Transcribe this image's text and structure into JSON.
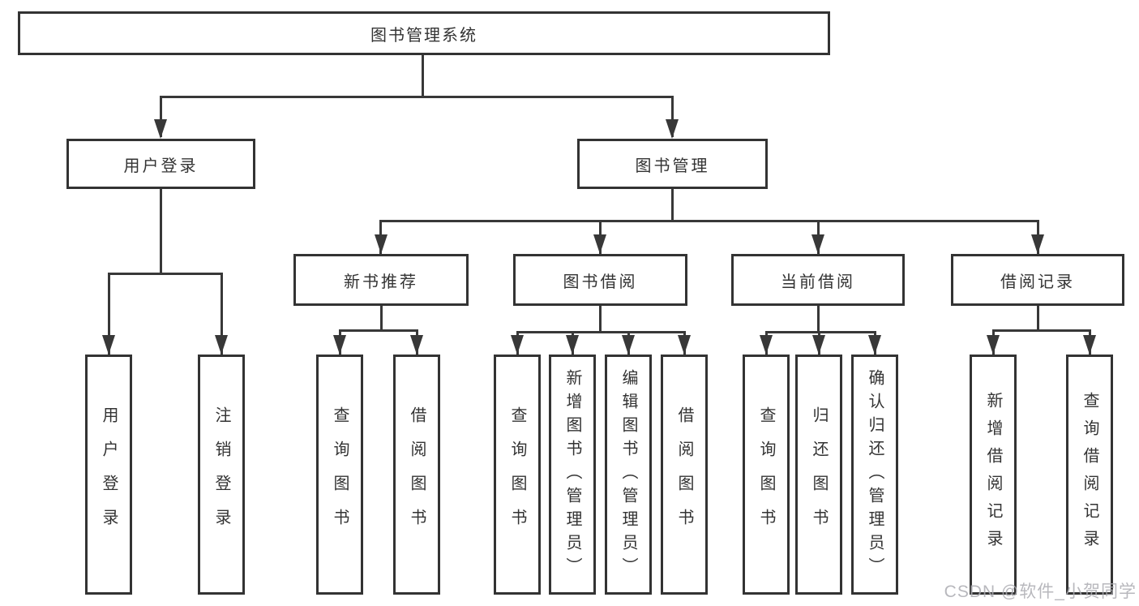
{
  "root": {
    "label": "图书管理系统"
  },
  "branches": [
    {
      "label": "用户登录",
      "children": [
        "用户登录",
        "注销登录"
      ]
    },
    {
      "label": "图书管理",
      "sections": [
        {
          "label": "新书推荐",
          "children": [
            "查询图书",
            "借阅图书"
          ]
        },
        {
          "label": "图书借阅",
          "children": [
            "查询图书",
            "新增图书（管理员）",
            "编辑图书（管理员）",
            "借阅图书"
          ]
        },
        {
          "label": "当前借阅",
          "children": [
            "查询图书",
            "归还图书",
            "确认归还（管理员）"
          ]
        },
        {
          "label": "借阅记录",
          "children": [
            "新增借阅记录",
            "查询借阅记录"
          ]
        }
      ]
    }
  ],
  "watermark": {
    "text": "CSDN @软件_小贺同学"
  },
  "colors": {
    "line": "#383838",
    "box_border": "#333333",
    "text": "#333333",
    "watermark": "#acacb2"
  }
}
